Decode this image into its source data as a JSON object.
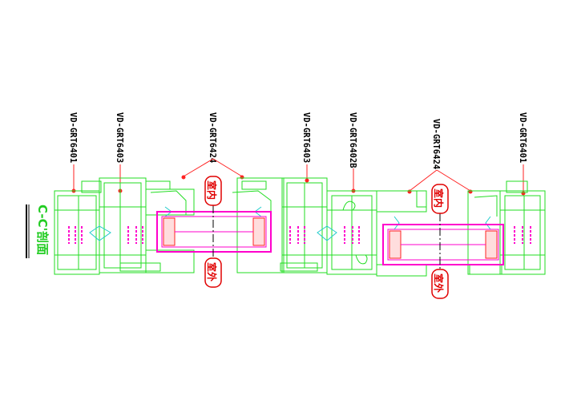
{
  "drawing": {
    "section_title": "C-C'剖面",
    "profile_labels": [
      "VD-GRT6401",
      "VD-GRT6403",
      "VD-GRT6424",
      "VD-GRT6403",
      "VD-GRT6402B",
      "VD-GRT6424",
      "VD-GRT6401"
    ],
    "tags": {
      "left_inside": "室内",
      "left_outside": "室外",
      "right_inside": "室内",
      "right_outside": "室外"
    }
  },
  "colors": {
    "profile_stroke": "#22dd22",
    "leader_line": "#ff2222",
    "glazing_magenta": "#ff00cc",
    "gasket_cyan": "#22cccc",
    "tag_red": "#e00000",
    "title_green": "#22cc22"
  }
}
